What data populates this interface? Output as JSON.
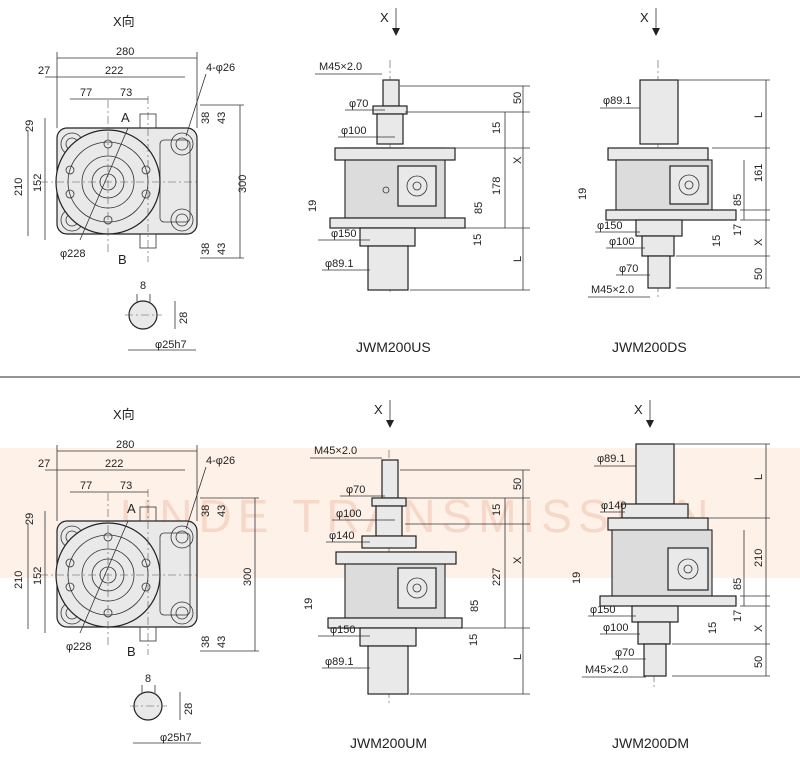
{
  "watermark": "UNDE TRANSMISSION",
  "sheets": [
    {
      "top_view": {
        "direction": "X向",
        "dims": {
          "d280": "280",
          "d27": "27",
          "d222": "222",
          "d77": "77",
          "d73": "73",
          "holes": "4-φ26",
          "d29": "29",
          "d210": "210",
          "d152": "152",
          "d38a": "38",
          "d43a": "43",
          "d300": "300",
          "d38b": "38",
          "d43b": "43",
          "d228": "φ228",
          "markA": "A",
          "markB": "B"
        },
        "shaft": {
          "d8": "8",
          "d28": "28",
          "d25": "φ25h7"
        }
      },
      "view2": {
        "caption": "JWM200US",
        "xmark": "X",
        "labels": {
          "m45": "M45×2.0",
          "p70": "φ70",
          "p100": "φ100",
          "p150": "φ150",
          "p89": "φ89.1",
          "d50": "50",
          "d15a": "15",
          "dX": "X",
          "d178": "178",
          "d85": "85",
          "d19": "19",
          "d15b": "15",
          "dL": "L"
        }
      },
      "view3": {
        "caption": "JWM200DS",
        "xmark": "X",
        "labels": {
          "p89": "φ89.1",
          "dL": "L",
          "d161": "161",
          "d85": "85",
          "d19": "19",
          "p150": "φ150",
          "p100": "φ100",
          "d15": "15",
          "d17": "17",
          "dX": "X",
          "p70": "φ70",
          "d50": "50",
          "m45": "M45×2.0"
        }
      }
    },
    {
      "top_view": {
        "direction": "X向",
        "dims": {
          "d280": "280",
          "d27": "27",
          "d222": "222",
          "d77": "77",
          "d73": "73",
          "holes": "4-φ26",
          "d29": "29",
          "d210": "210",
          "d152": "152",
          "d38a": "38",
          "d43a": "43",
          "d300": "300",
          "d38b": "38",
          "d43b": "43",
          "d228": "φ228",
          "markA": "A",
          "markB": "B"
        },
        "shaft": {
          "d8": "8",
          "d28": "28",
          "d25": "φ25h7"
        }
      },
      "view2": {
        "caption": "JWM200UM",
        "xmark": "X",
        "labels": {
          "m45": "M45×2.0",
          "p70": "φ70",
          "p100": "φ100",
          "p140": "φ140",
          "p150": "φ150",
          "p89": "φ89.1",
          "d50": "50",
          "d15a": "15",
          "dX": "X",
          "d227": "227",
          "d85": "85",
          "d19": "19",
          "d15b": "15",
          "dL": "L"
        }
      },
      "view3": {
        "caption": "JWM200DM",
        "xmark": "X",
        "labels": {
          "p89": "φ89.1",
          "p140": "φ140",
          "dL": "L",
          "d210": "210",
          "d85": "85",
          "d19": "19",
          "p150": "φ150",
          "p100": "φ100",
          "d15": "15",
          "d17": "17",
          "dX": "X",
          "p70": "φ70",
          "d50": "50",
          "m45": "M45×2.0"
        }
      }
    }
  ]
}
